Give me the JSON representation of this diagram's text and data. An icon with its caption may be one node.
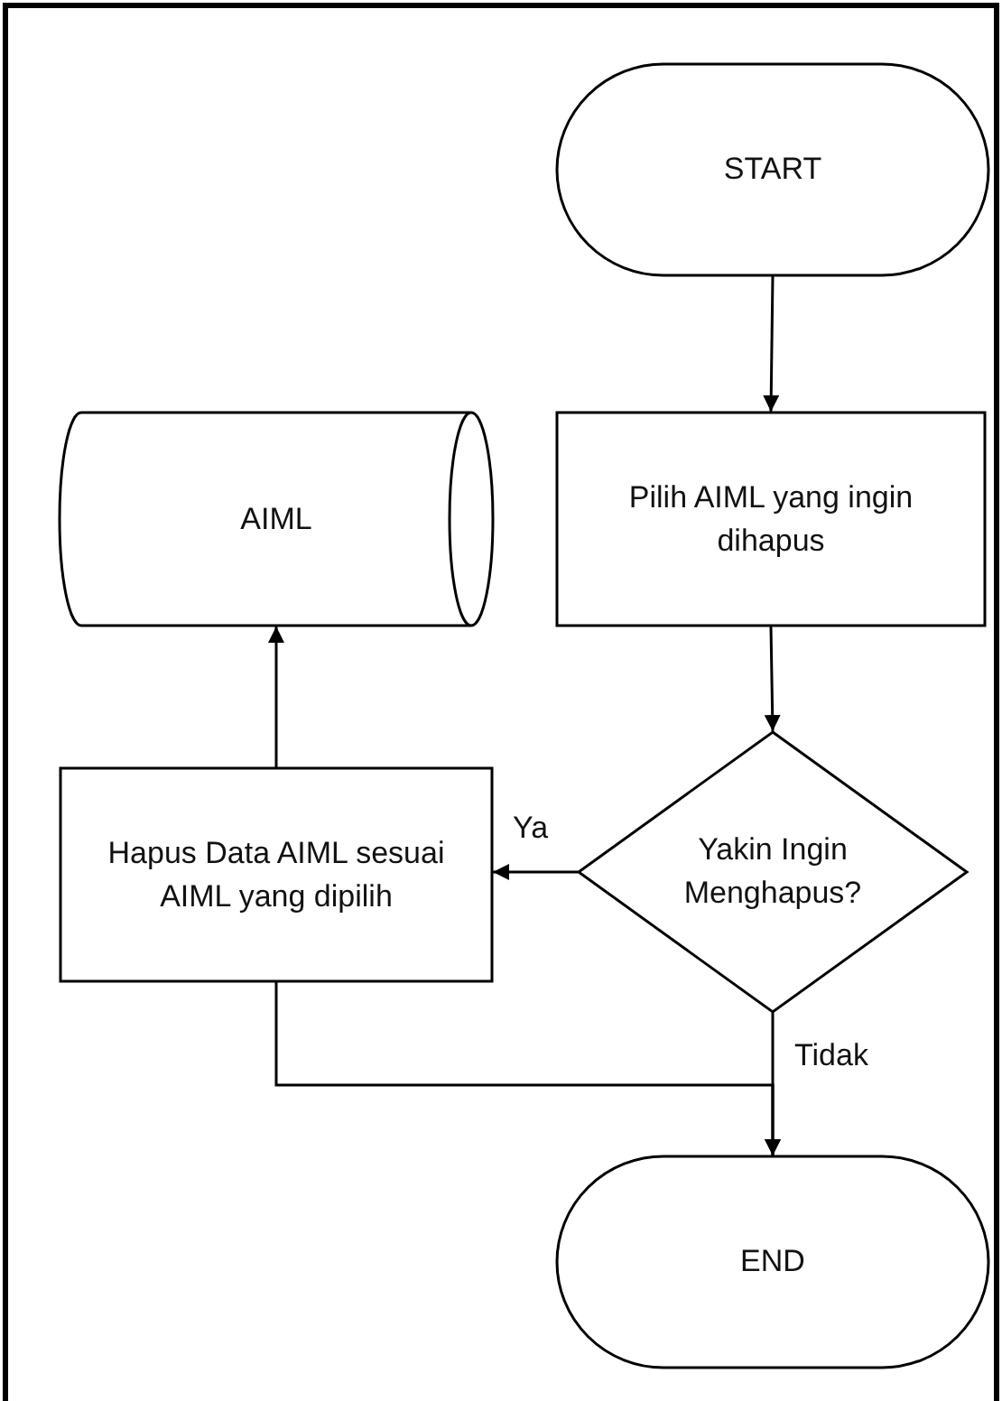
{
  "diagram": {
    "nodes": [
      {
        "text": [
          "START"
        ]
      },
      {
        "text": [
          "Pilih AIML yang ingin dihapus"
        ]
      },
      {
        "text": [
          "Yakin Ingin Menghapus?"
        ]
      },
      {
        "text": [
          "Hapus Data AIML sesuai AIML yang dipilih"
        ]
      },
      {
        "text": [
          "AIML"
        ]
      },
      {
        "text": [
          "END"
        ]
      }
    ],
    "edges": [
      {
        "from": 0,
        "to": 1,
        "arrow": "to"
      },
      {
        "from": 1,
        "to": 2,
        "arrow": "to"
      },
      {
        "from": 2,
        "to": 3,
        "arrow": "to",
        "label": "Ya"
      },
      {
        "from": 3,
        "to": 4,
        "arrow": "to"
      },
      {
        "from": 3,
        "to": 5,
        "arrow": "to"
      },
      {
        "from": 2,
        "to": 5,
        "arrow": "to",
        "label": "Tidak"
      }
    ]
  }
}
